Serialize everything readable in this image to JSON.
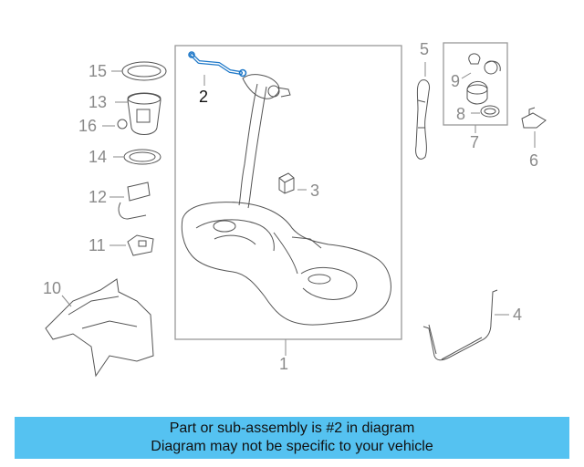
{
  "callouts": {
    "c1": "1",
    "c2": "2",
    "c3": "3",
    "c4": "4",
    "c5": "5",
    "c6": "6",
    "c7": "7",
    "c8": "8",
    "c9": "9",
    "c10": "10",
    "c11": "11",
    "c12": "12",
    "c13": "13",
    "c14": "14",
    "c15": "15",
    "c16": "16"
  },
  "highlight_color": "#1e78c8",
  "banner": {
    "line1": "Part or sub-assembly is #2 in diagram",
    "line2": "Diagram may not be specific to your vehicle",
    "background": "#55c2f1"
  }
}
